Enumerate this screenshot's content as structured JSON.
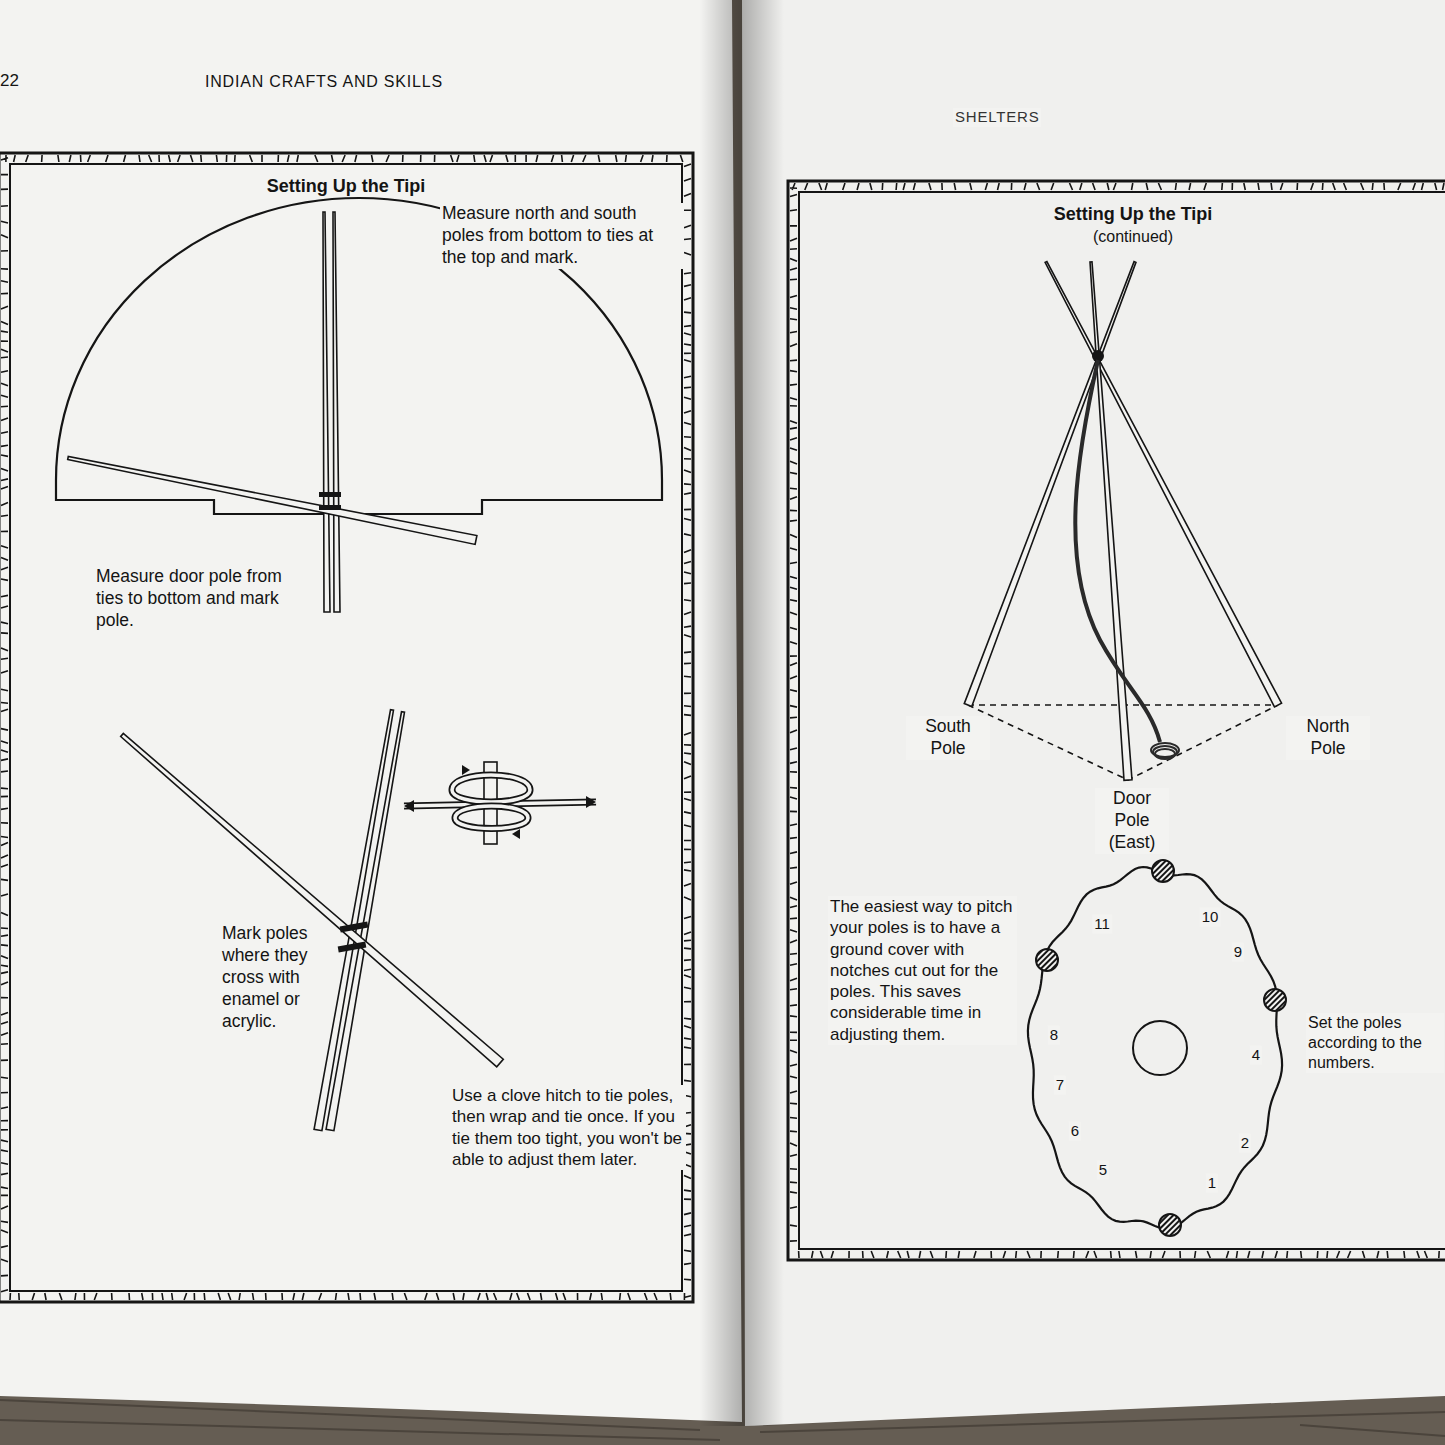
{
  "diagram": {
    "nodes": [
      {
        "text": [
          "Setting Up the Tipi"
        ]
      },
      {
        "text": [
          "Setting Up the Tipi",
          "(continued)"
        ]
      }
    ],
    "labels": [
      "22",
      "INDIAN CRAFTS AND SKILLS",
      "SHELTERS",
      "Measure north and south poles from bottom to ties at the top and mark.",
      "Measure door pole from ties to bottom and mark pole.",
      "Mark poles where they cross with enamel or acrylic.",
      "Use a clove hitch to tie poles, then wrap and tie once. If you tie them too tight, you won't be able to adjust them later.",
      "South Pole",
      "North Pole",
      "Door Pole (East)",
      "The easiest way to pitch your poles is to have a ground cover with notches cut out for the poles. This saves considerable time in adjusting them.",
      "Set the poles according to the numbers.",
      "1",
      "2",
      "4",
      "5",
      "6",
      "7",
      "8",
      "9",
      "10",
      "11"
    ]
  }
}
